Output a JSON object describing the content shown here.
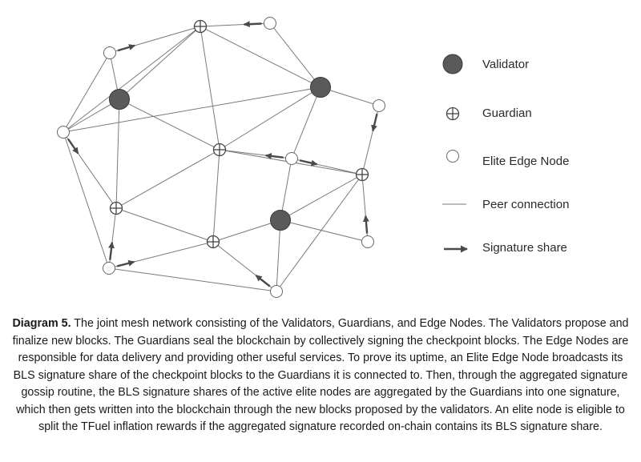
{
  "legend": {
    "validator": "Validator",
    "guardian": "Guardian",
    "edge_node": "Elite Edge Node",
    "peer_connection": "Peer connection",
    "signature_share": "Signature share"
  },
  "caption": {
    "label": "Diagram 5.",
    "text": "The joint mesh network consisting of the Validators, Guardians, and Edge Nodes. The Validators propose and finalize new blocks. The Guardians seal the blockchain by collectively signing the checkpoint blocks. The Edge Nodes are responsible for data delivery and providing other useful services. To prove its uptime, an Elite Edge Node broadcasts its BLS signature share of the checkpoint blocks to the Guardians it is connected to. Then, through the aggregated signature gossip routine, the BLS signature shares of the active elite nodes are aggregated by the Guardians into one signature, which then gets written into the blockchain through the new blocks proposed by the validators. An elite node is eligible to split the TFuel inflation rewards if the aggregated signature recorded on-chain contains its BLS signature share."
  },
  "colors": {
    "validator_fill": "#5a5a5a",
    "line": "#7a7a7a",
    "arrow": "#4a4a4a"
  },
  "network": {
    "nodes": [
      {
        "id": "V1",
        "type": "validator"
      },
      {
        "id": "V2",
        "type": "validator"
      },
      {
        "id": "V3",
        "type": "validator"
      },
      {
        "id": "G1",
        "type": "guardian"
      },
      {
        "id": "G2",
        "type": "guardian"
      },
      {
        "id": "G3",
        "type": "guardian"
      },
      {
        "id": "G4",
        "type": "guardian"
      },
      {
        "id": "G5",
        "type": "guardian"
      },
      {
        "id": "E1",
        "type": "edge"
      },
      {
        "id": "E2",
        "type": "edge"
      },
      {
        "id": "E3",
        "type": "edge"
      },
      {
        "id": "E4",
        "type": "edge"
      },
      {
        "id": "E5",
        "type": "edge"
      },
      {
        "id": "E6",
        "type": "edge"
      },
      {
        "id": "E7",
        "type": "edge"
      },
      {
        "id": "E8",
        "type": "edge"
      }
    ],
    "connections": [
      [
        "E1",
        "G1"
      ],
      [
        "E1",
        "V1"
      ],
      [
        "E1",
        "E2"
      ],
      [
        "G1",
        "E7"
      ],
      [
        "G1",
        "V1"
      ],
      [
        "G1",
        "G3"
      ],
      [
        "G1",
        "V2"
      ],
      [
        "G1",
        "E2"
      ],
      [
        "E7",
        "V2"
      ],
      [
        "V2",
        "E8"
      ],
      [
        "V2",
        "G3"
      ],
      [
        "V2",
        "E5"
      ],
      [
        "V2",
        "E2"
      ],
      [
        "E8",
        "G5"
      ],
      [
        "V1",
        "E2"
      ],
      [
        "V1",
        "G3"
      ],
      [
        "V1",
        "G2"
      ],
      [
        "E2",
        "G2"
      ],
      [
        "E2",
        "E3"
      ],
      [
        "G3",
        "G2"
      ],
      [
        "G3",
        "G4"
      ],
      [
        "G3",
        "E5"
      ],
      [
        "G3",
        "G5"
      ],
      [
        "E5",
        "G5"
      ],
      [
        "E5",
        "V3"
      ],
      [
        "G5",
        "V3"
      ],
      [
        "G5",
        "E6"
      ],
      [
        "G5",
        "E4"
      ],
      [
        "G2",
        "G4"
      ],
      [
        "G2",
        "E3"
      ],
      [
        "G4",
        "V3"
      ],
      [
        "G4",
        "E3"
      ],
      [
        "G4",
        "E4"
      ],
      [
        "E3",
        "E4"
      ],
      [
        "V3",
        "E6"
      ],
      [
        "V3",
        "E4"
      ]
    ],
    "signature_shares": [
      [
        "E1",
        "G1"
      ],
      [
        "E7",
        "G1"
      ],
      [
        "E8",
        "G5"
      ],
      [
        "E5",
        "G3"
      ],
      [
        "E5",
        "G5"
      ],
      [
        "E2",
        "G2"
      ],
      [
        "E3",
        "G2"
      ],
      [
        "E3",
        "G4"
      ],
      [
        "E4",
        "G4"
      ],
      [
        "E6",
        "G5"
      ]
    ]
  }
}
